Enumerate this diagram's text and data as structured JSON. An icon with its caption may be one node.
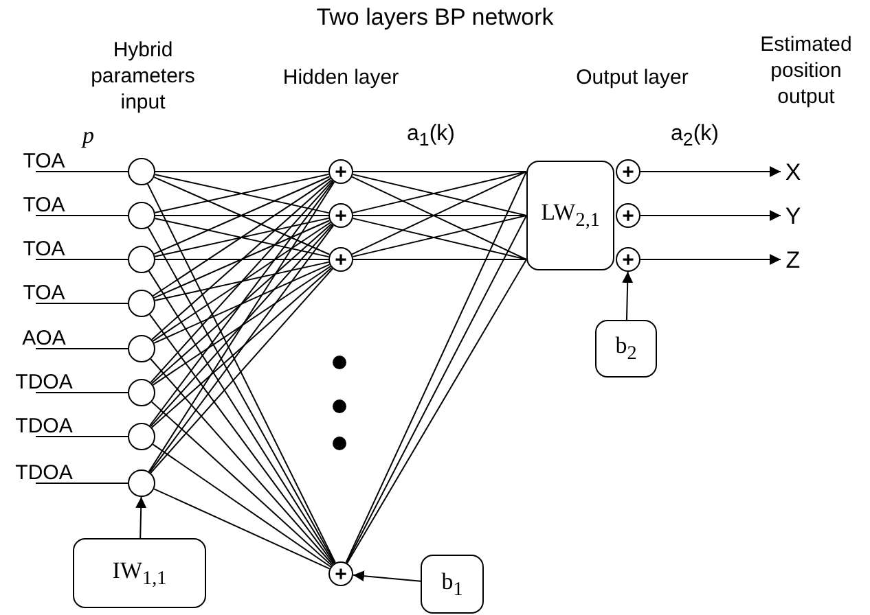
{
  "diagram": {
    "title": "Two layers BP network",
    "nodes": [
      {
        "text": [
          "TOA"
        ]
      },
      {
        "text": [
          "TOA"
        ]
      },
      {
        "text": [
          "TOA"
        ]
      },
      {
        "text": [
          "TOA"
        ]
      },
      {
        "text": [
          "AOA"
        ]
      },
      {
        "text": [
          "TDOA"
        ]
      },
      {
        "text": [
          "TDOA"
        ]
      },
      {
        "text": [
          "TDOA"
        ]
      },
      {
        "text": [],
        "shape": "circle"
      },
      {
        "text": [],
        "shape": "circle"
      },
      {
        "text": [],
        "shape": "circle"
      },
      {
        "text": [],
        "shape": "circle"
      },
      {
        "text": [],
        "shape": "circle"
      },
      {
        "text": [],
        "shape": "circle"
      },
      {
        "text": [],
        "shape": "circle"
      },
      {
        "text": [],
        "shape": "circle"
      },
      {
        "text": [
          "+"
        ]
      },
      {
        "text": [
          "+"
        ]
      },
      {
        "text": [
          "+"
        ]
      },
      {
        "text": [
          "+"
        ]
      },
      {
        "text": [
          "LW$_{2,1}$"
        ]
      },
      {
        "text": [
          "+"
        ]
      },
      {
        "text": [
          "+"
        ]
      },
      {
        "text": [
          "+"
        ]
      },
      {
        "text": [
          "X"
        ]
      },
      {
        "text": [
          "Y"
        ]
      },
      {
        "text": [
          "Z"
        ]
      },
      {
        "text": [
          "IW$_{1,1}$"
        ]
      },
      {
        "text": [
          "b$_{1}$"
        ]
      },
      {
        "text": [
          "b$_{2}$"
        ]
      }
    ],
    "edges": [
      {
        "from": 0,
        "to": 8,
        "arrow": "none"
      },
      {
        "from": 1,
        "to": 9,
        "arrow": "none"
      },
      {
        "from": 2,
        "to": 10,
        "arrow": "none"
      },
      {
        "from": 3,
        "to": 11,
        "arrow": "none"
      },
      {
        "from": 4,
        "to": 12,
        "arrow": "none"
      },
      {
        "from": 5,
        "to": 13,
        "arrow": "none"
      },
      {
        "from": 6,
        "to": 14,
        "arrow": "none"
      },
      {
        "from": 7,
        "to": 15,
        "arrow": "none"
      },
      {
        "from": 8,
        "to": 16,
        "arrow": "none"
      },
      {
        "from": 8,
        "to": 17,
        "arrow": "none"
      },
      {
        "from": 8,
        "to": 18,
        "arrow": "none"
      },
      {
        "from": 8,
        "to": 19,
        "arrow": "none"
      },
      {
        "from": 9,
        "to": 16,
        "arrow": "none"
      },
      {
        "from": 9,
        "to": 17,
        "arrow": "none"
      },
      {
        "from": 9,
        "to": 18,
        "arrow": "none"
      },
      {
        "from": 9,
        "to": 19,
        "arrow": "none"
      },
      {
        "from": 10,
        "to": 16,
        "arrow": "none"
      },
      {
        "from": 10,
        "to": 17,
        "arrow": "none"
      },
      {
        "from": 10,
        "to": 18,
        "arrow": "none"
      },
      {
        "from": 10,
        "to": 19,
        "arrow": "none"
      },
      {
        "from": 11,
        "to": 16,
        "arrow": "none"
      },
      {
        "from": 11,
        "to": 17,
        "arrow": "none"
      },
      {
        "from": 11,
        "to": 18,
        "arrow": "none"
      },
      {
        "from": 11,
        "to": 19,
        "arrow": "none"
      },
      {
        "from": 12,
        "to": 16,
        "arrow": "none"
      },
      {
        "from": 12,
        "to": 17,
        "arrow": "none"
      },
      {
        "from": 12,
        "to": 18,
        "arrow": "none"
      },
      {
        "from": 12,
        "to": 19,
        "arrow": "none"
      },
      {
        "from": 13,
        "to": 16,
        "arrow": "none"
      },
      {
        "from": 13,
        "to": 17,
        "arrow": "none"
      },
      {
        "from": 13,
        "to": 18,
        "arrow": "none"
      },
      {
        "from": 13,
        "to": 19,
        "arrow": "none"
      },
      {
        "from": 14,
        "to": 16,
        "arrow": "none"
      },
      {
        "from": 14,
        "to": 17,
        "arrow": "none"
      },
      {
        "from": 14,
        "to": 18,
        "arrow": "none"
      },
      {
        "from": 14,
        "to": 19,
        "arrow": "none"
      },
      {
        "from": 15,
        "to": 16,
        "arrow": "none"
      },
      {
        "from": 15,
        "to": 17,
        "arrow": "none"
      },
      {
        "from": 15,
        "to": 18,
        "arrow": "none"
      },
      {
        "from": 15,
        "to": 19,
        "arrow": "none"
      },
      {
        "from": 16,
        "to": 20,
        "arrow": "none"
      },
      {
        "from": 16,
        "to": 20,
        "arrow": "none"
      },
      {
        "from": 16,
        "to": 20,
        "arrow": "none"
      },
      {
        "from": 17,
        "to": 20,
        "arrow": "none"
      },
      {
        "from": 17,
        "to": 20,
        "arrow": "none"
      },
      {
        "from": 17,
        "to": 20,
        "arrow": "none"
      },
      {
        "from": 18,
        "to": 20,
        "arrow": "none"
      },
      {
        "from": 18,
        "to": 20,
        "arrow": "none"
      },
      {
        "from": 18,
        "to": 20,
        "arrow": "none"
      },
      {
        "from": 19,
        "to": 20,
        "arrow": "none"
      },
      {
        "from": 19,
        "to": 20,
        "arrow": "none"
      },
      {
        "from": 19,
        "to": 20,
        "arrow": "none"
      },
      {
        "from": 21,
        "to": 24,
        "arrow": "to"
      },
      {
        "from": 22,
        "to": 25,
        "arrow": "to"
      },
      {
        "from": 23,
        "to": 26,
        "arrow": "to"
      },
      {
        "from": 27,
        "to": 15,
        "arrow": "to"
      },
      {
        "from": 28,
        "to": 19,
        "arrow": "to"
      },
      {
        "from": 29,
        "to": 23,
        "arrow": "to"
      }
    ],
    "labels": [
      "Hybrid parameters input",
      "p",
      "Hidden layer",
      "a$_{1}$(k)",
      "Output layer",
      "a$_{2}$(k)",
      "Estimated position output"
    ]
  }
}
